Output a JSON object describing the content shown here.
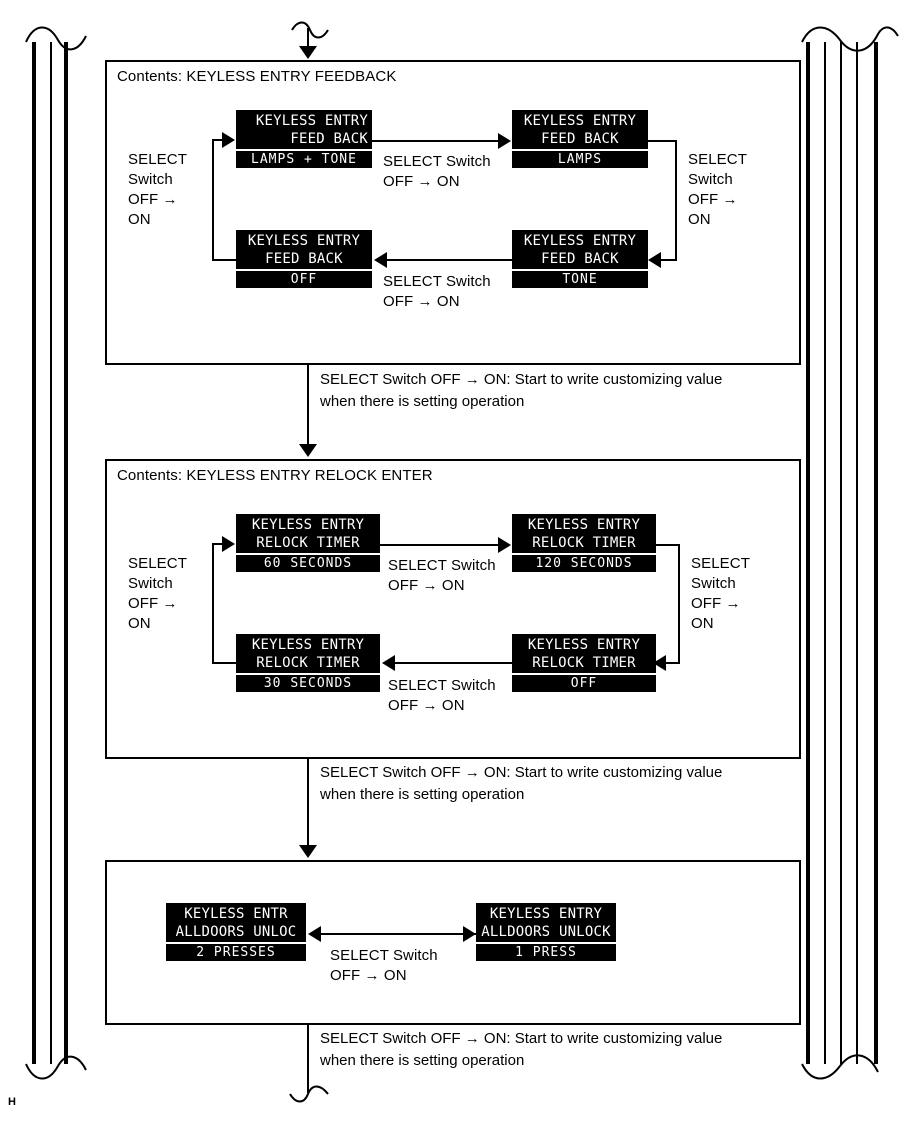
{
  "page": {
    "corner_label": "H",
    "select_switch_label": "SELECT\nSwitch\nOFF →\nON",
    "select_switch_inline": "SELECT Switch\nOFF → ON",
    "transition_note": "SELECT Switch OFF → ON: Start to write customizing value\nwhen there is setting operation",
    "colors": {
      "ink": "#000000",
      "paper": "#ffffff",
      "lcd_bg": "#000000",
      "lcd_fg": "#ffffff"
    }
  },
  "sections": [
    {
      "title": "Contents: KEYLESS ENTRY FEEDBACK",
      "states": [
        {
          "line1": "KEYLESS ENTRY",
          "line2": "FEED  BACK",
          "value": "LAMPS   + TONE"
        },
        {
          "line1": "KEYLESS ENTRY",
          "line2": "FEED  BACK",
          "value": "LAMPS"
        },
        {
          "line1": "KEYLESS ENTRY",
          "line2": "FEED  BACK",
          "value": "TONE"
        },
        {
          "line1": "KEYLESS ENTRY",
          "line2": "FEED  BACK",
          "value": "OFF"
        }
      ]
    },
    {
      "title": "Contents: KEYLESS ENTRY RELOCK ENTER",
      "states": [
        {
          "line1": "KEYLESS ENTRY",
          "line2": "RELOCK TIMER",
          "value": "60  SECONDS"
        },
        {
          "line1": "KEYLESS ENTRY",
          "line2": "RELOCK TIMER",
          "value": "120  SECONDS"
        },
        {
          "line1": "KEYLESS ENTRY",
          "line2": "RELOCK TIMER",
          "value": "OFF"
        },
        {
          "line1": "KEYLESS ENTRY",
          "line2": "RELOCK TIMER",
          "value": "30  SECONDS"
        }
      ]
    },
    {
      "title": "",
      "states": [
        {
          "line1": "KEYLESS ENTR",
          "line2": "ALLDOORS UNLOC",
          "value": "2  PRESSES"
        },
        {
          "line1": "KEYLESS ENTRY",
          "line2": "ALLDOORS UNLOCK",
          "value": "1  PRESS"
        }
      ]
    }
  ]
}
